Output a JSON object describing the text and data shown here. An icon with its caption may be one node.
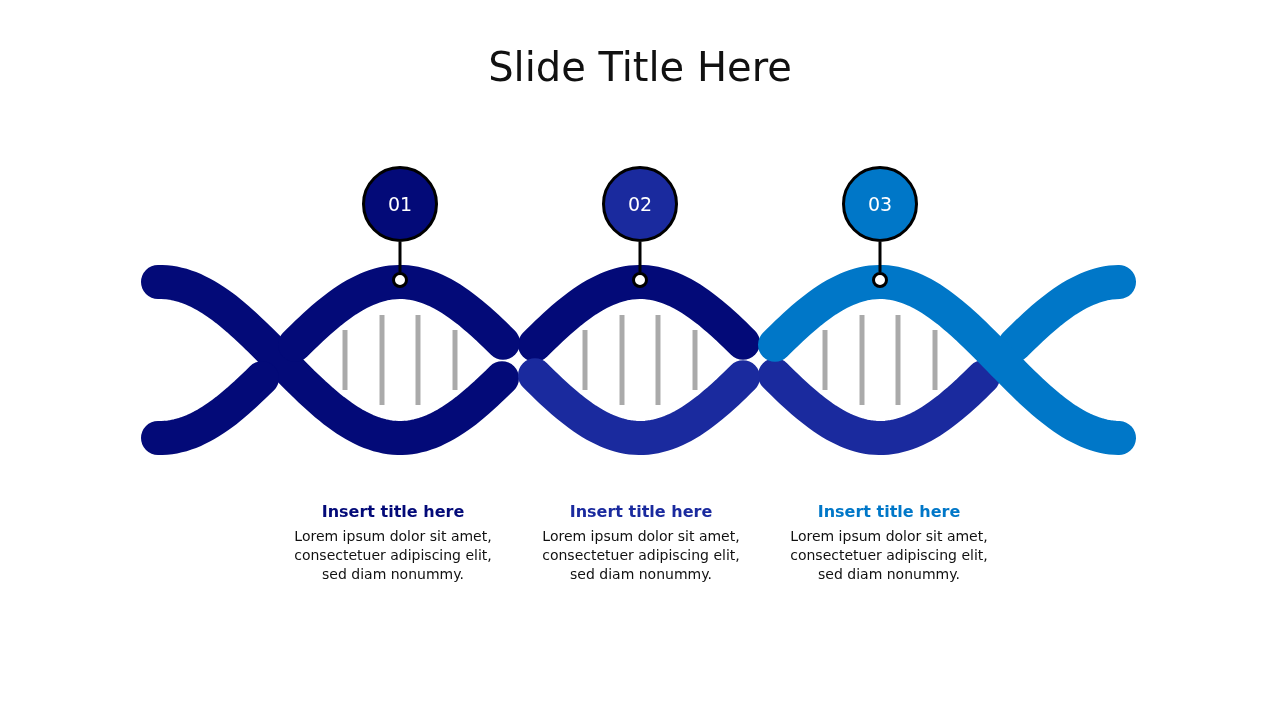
{
  "diagram": {
    "title": "Slide Title Here",
    "nodes": [
      {
        "text": [
          "01"
        ]
      },
      {
        "text": [
          "02"
        ]
      },
      {
        "text": [
          "03"
        ]
      },
      {
        "text": [],
        "shape": "circle"
      },
      {
        "text": [],
        "shape": "circle"
      },
      {
        "text": [],
        "shape": "circle"
      }
    ],
    "edges": [
      {
        "from": 0,
        "to": 3,
        "arrow": "none"
      },
      {
        "from": 1,
        "to": 4,
        "arrow": "none"
      },
      {
        "from": 2,
        "to": 5,
        "arrow": "none"
      }
    ],
    "labels": [
      "Insert title here",
      "Lorem ipsum dolor sit amet, consectetuer adipiscing elit, sed diam nonummy.",
      "Insert title here",
      "Lorem ipsum dolor sit amet, consectetuer adipiscing elit, sed diam nonummy.",
      "Insert title here",
      "Lorem ipsum dolor sit amet, consectetuer adipiscing elit, sed diam nonummy."
    ]
  }
}
